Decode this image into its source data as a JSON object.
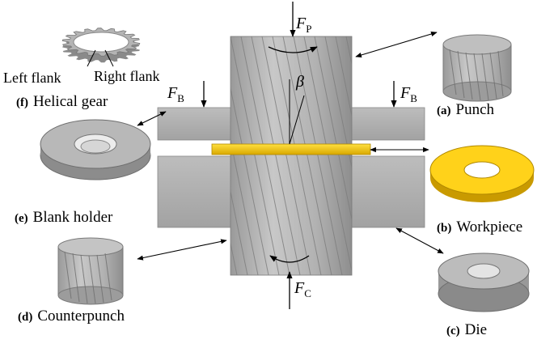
{
  "diagram": {
    "components": {
      "punch": {
        "tag": "(a)",
        "name": "Punch"
      },
      "workpiece": {
        "tag": "(b)",
        "name": "Workpiece"
      },
      "die": {
        "tag": "(c)",
        "name": "Die"
      },
      "counterpunch": {
        "tag": "(d)",
        "name": "Counterpunch"
      },
      "blank_holder": {
        "tag": "(e)",
        "name": "Blank holder"
      },
      "helical_gear": {
        "tag": "(f)",
        "name": "Helical gear"
      }
    },
    "flanks": {
      "left": "Left flank",
      "right": "Right flank"
    },
    "forces": {
      "punch": {
        "symbol": "F",
        "sub": "P"
      },
      "blank_left": {
        "symbol": "F",
        "sub": "B"
      },
      "blank_right": {
        "symbol": "F",
        "sub": "B"
      },
      "counter": {
        "symbol": "F",
        "sub": "C"
      }
    },
    "angle_symbol": "β",
    "colors": {
      "steel": "#b4b4b4",
      "steel_dark": "#8c8c8c",
      "workpiece": "#f2c200",
      "workpiece_dark": "#c99a00"
    }
  }
}
